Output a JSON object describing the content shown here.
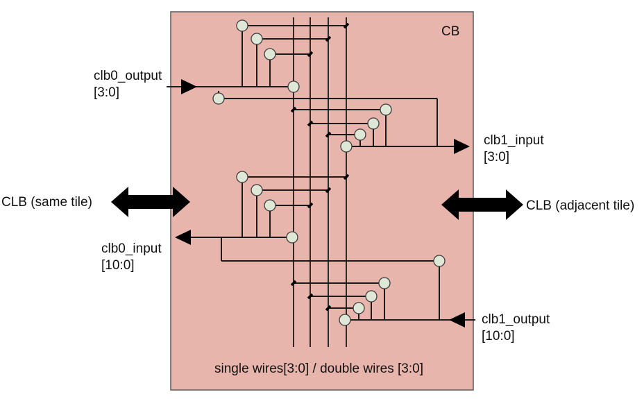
{
  "block": {
    "title": "CB",
    "fill": "#e8b5ad",
    "stroke": "#5a5a5a"
  },
  "ports": {
    "clb0_output": {
      "name": "clb0_output",
      "width": "[3:0]"
    },
    "clb0_input": {
      "name": "clb0_input",
      "width": "[10:0]"
    },
    "clb1_input": {
      "name": "clb1_input",
      "width": "[3:0]"
    },
    "clb1_output": {
      "name": "clb1_output",
      "width": "[10:0]"
    }
  },
  "neighbors": {
    "left": "CLB (same tile)",
    "right": "CLB (adjacent tile)"
  },
  "bus_label": "single wires[3:0] / double wires [3:0]",
  "colors": {
    "node_fill": "#dfe8d6",
    "wire": "#1a1a1a",
    "arrow": "#000000"
  },
  "icons": {
    "bidirectional_arrow": "double-headed-arrow",
    "port_arrow": "triangle-arrowhead",
    "connection_node": "circle"
  }
}
